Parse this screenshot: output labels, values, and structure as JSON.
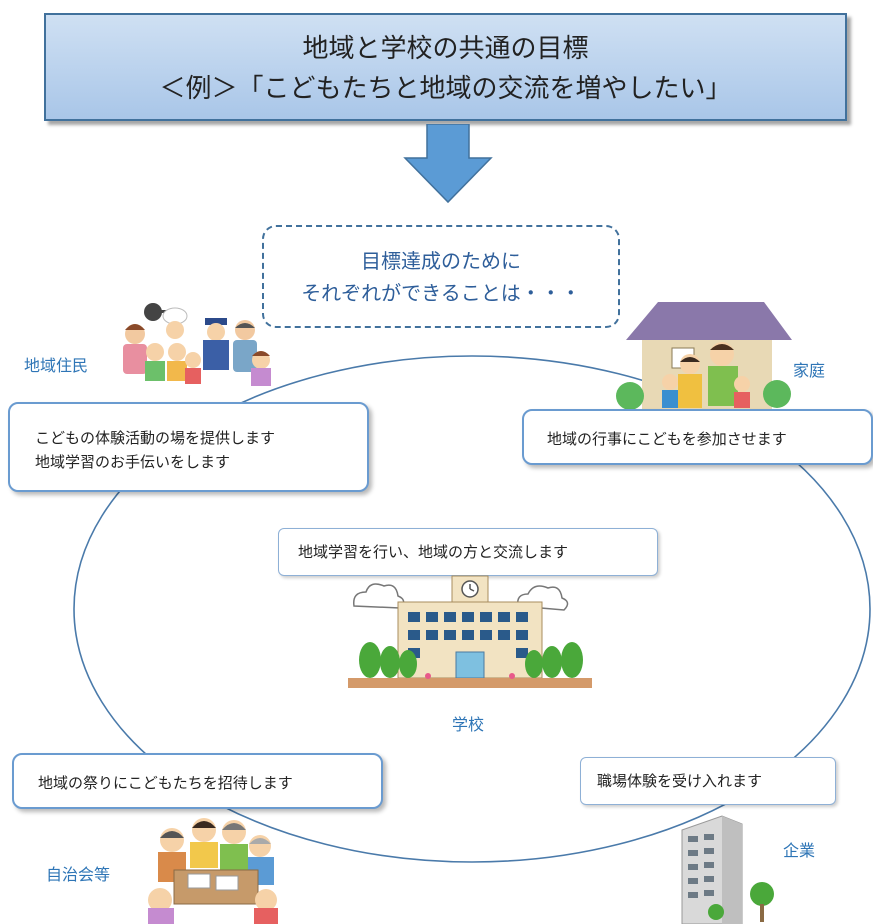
{
  "header": {
    "line1": "地域と学校の共通の目標",
    "line2": "＜例＞「こどもたちと地域の交流を増やしたい」"
  },
  "goal_bubble": {
    "line1": "目標達成のために",
    "line2": "それぞれができることは・・・"
  },
  "actors": {
    "residents": {
      "label": "地域住民",
      "line1": "こどもの体験活動の場を提供します",
      "line2": "地域学習のお手伝いをします"
    },
    "family": {
      "label": "家庭",
      "text": "地域の行事にこどもを参加させます"
    },
    "school": {
      "label": "学校",
      "text": "地域学習を行い、地域の方と交流します"
    },
    "association": {
      "label": "自治会等",
      "text": "地域の祭りにこどもたちを招待します"
    },
    "company": {
      "label": "企業",
      "text": "職場体験を受け入れます"
    }
  },
  "colors": {
    "header_border": "#41719c",
    "arrow": "#5b9bd5",
    "label": "#2e75b6",
    "callout_border": "#6a9bd0",
    "ellipse": "#4a7aaa"
  }
}
